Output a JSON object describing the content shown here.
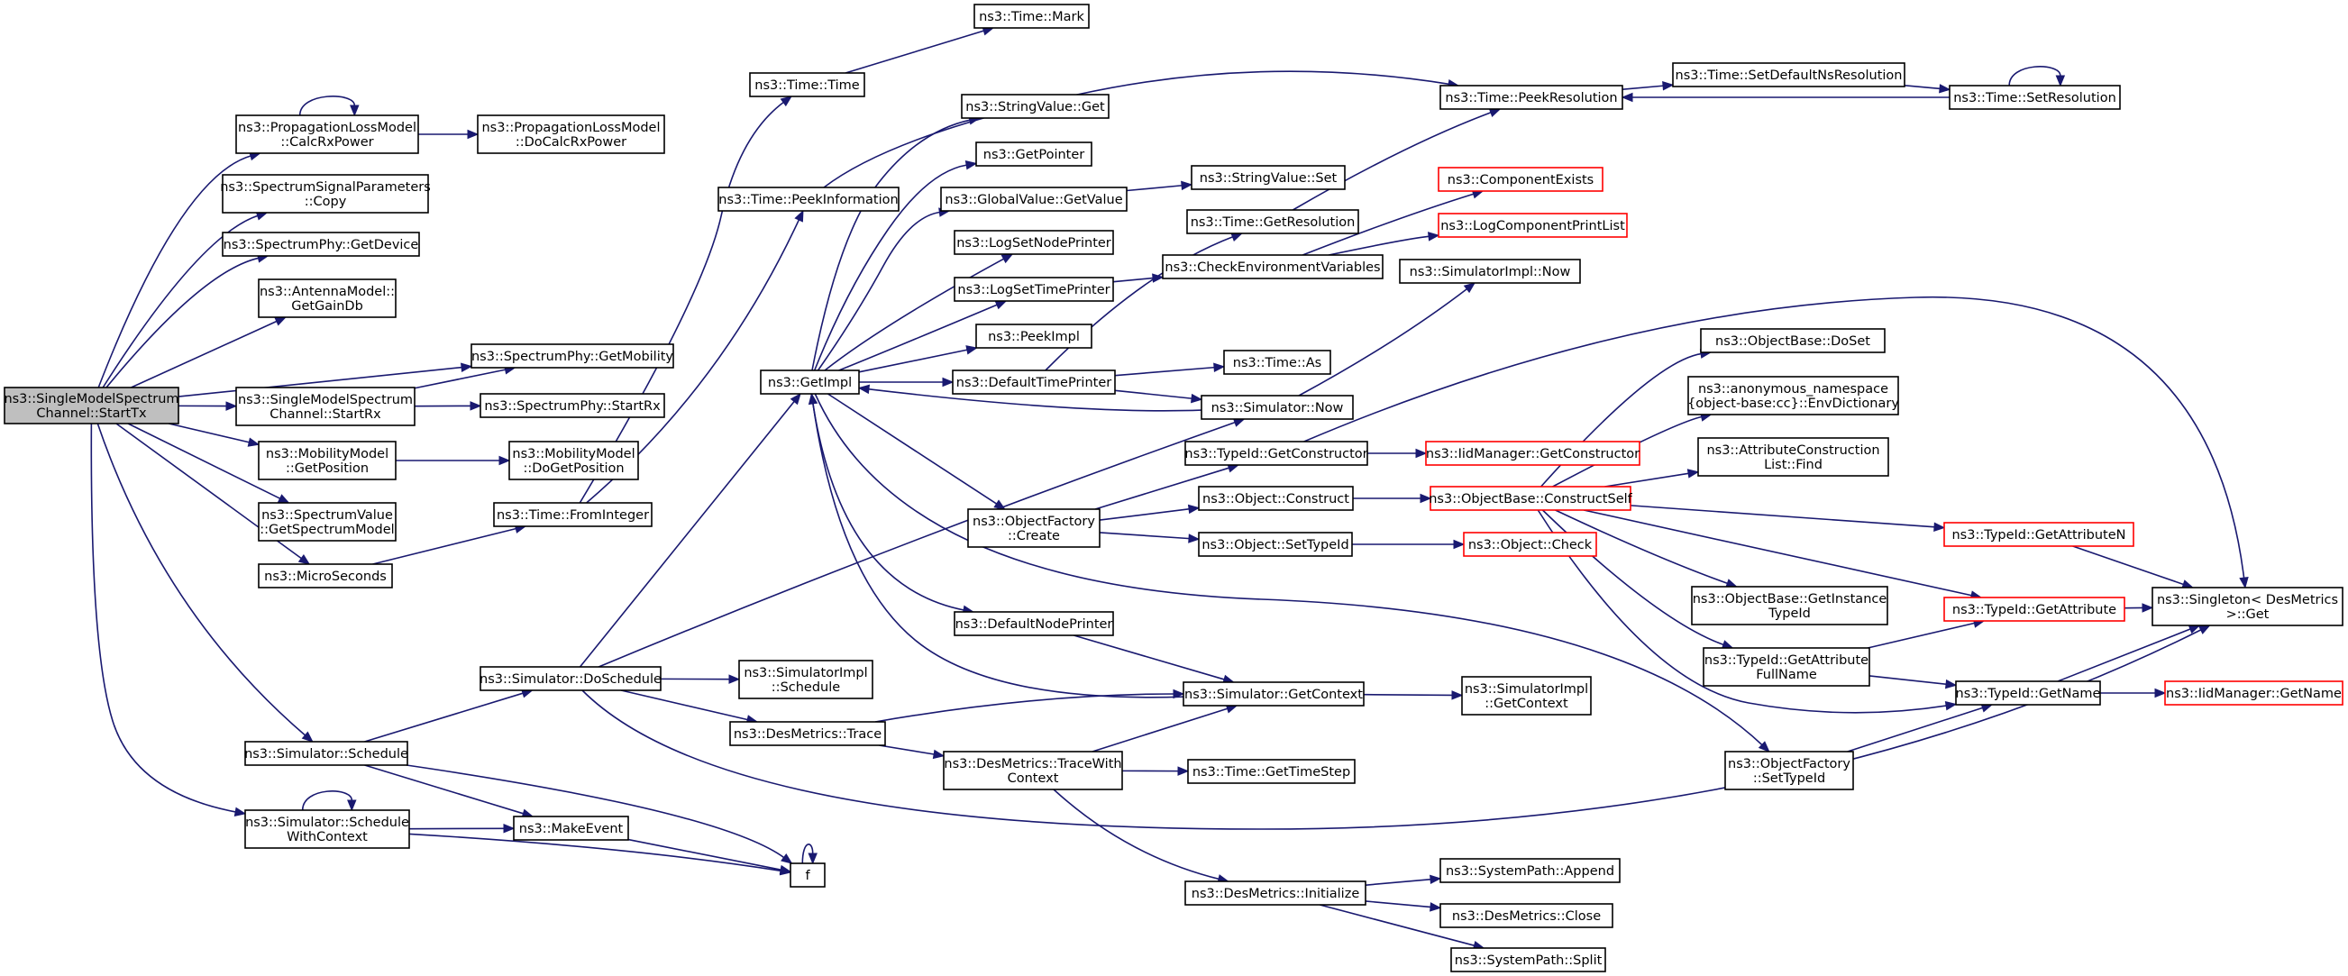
{
  "colors": {
    "edge": "#191970",
    "root_fill": "#bfbfbf",
    "truncated_border": "#ff0000",
    "node_border": "#000000"
  },
  "nodes": [
    {
      "id": "root",
      "label": [
        "ns3::SingleModelSpectrum",
        "Channel::StartTx"
      ],
      "root": true
    },
    {
      "id": "calcrx",
      "label": [
        "ns3::PropagationLossModel",
        "::CalcRxPower"
      ]
    },
    {
      "id": "docalcrx",
      "label": [
        "ns3::PropagationLossModel",
        "::DoCalcRxPower"
      ]
    },
    {
      "id": "sspcopy",
      "label": [
        "ns3::SpectrumSignalParameters",
        "::Copy"
      ]
    },
    {
      "id": "getdevice",
      "label": [
        "ns3::SpectrumPhy::GetDevice"
      ]
    },
    {
      "id": "gaindb",
      "label": [
        "ns3::AntennaModel::",
        "GetGainDb"
      ]
    },
    {
      "id": "getmobility",
      "label": [
        "ns3::SpectrumPhy::GetMobility"
      ]
    },
    {
      "id": "chstartrx",
      "label": [
        "ns3::SingleModelSpectrum",
        "Channel::StartRx"
      ]
    },
    {
      "id": "phystartrx",
      "label": [
        "ns3::SpectrumPhy::StartRx"
      ]
    },
    {
      "id": "getposition",
      "label": [
        "ns3::MobilityModel",
        "::GetPosition"
      ]
    },
    {
      "id": "dogetposition",
      "label": [
        "ns3::MobilityModel",
        "::DoGetPosition"
      ]
    },
    {
      "id": "getspectrummodel",
      "label": [
        "ns3::SpectrumValue",
        "::GetSpectrumModel"
      ]
    },
    {
      "id": "microseconds",
      "label": [
        "ns3::MicroSeconds"
      ]
    },
    {
      "id": "frominteger",
      "label": [
        "ns3::Time::FromInteger"
      ]
    },
    {
      "id": "sched",
      "label": [
        "ns3::Simulator::Schedule"
      ]
    },
    {
      "id": "schedctx",
      "label": [
        "ns3::Simulator::Schedule",
        "WithContext"
      ]
    },
    {
      "id": "doschedule",
      "label": [
        "ns3::Simulator::DoSchedule"
      ]
    },
    {
      "id": "makeevent",
      "label": [
        "ns3::MakeEvent"
      ]
    },
    {
      "id": "f",
      "label": [
        "f"
      ]
    },
    {
      "id": "simimplsched",
      "label": [
        "ns3::SimulatorImpl",
        "::Schedule"
      ]
    },
    {
      "id": "dmtrace",
      "label": [
        "ns3::DesMetrics::Trace"
      ]
    },
    {
      "id": "timetime",
      "label": [
        "ns3::Time::Time"
      ]
    },
    {
      "id": "timemark",
      "label": [
        "ns3::Time::Mark"
      ]
    },
    {
      "id": "peekinfo",
      "label": [
        "ns3::Time::PeekInformation"
      ]
    },
    {
      "id": "getimpl",
      "label": [
        "ns3::GetImpl"
      ]
    },
    {
      "id": "svget",
      "label": [
        "ns3::StringValue::Get"
      ]
    },
    {
      "id": "getpointer",
      "label": [
        "ns3::GetPointer"
      ]
    },
    {
      "id": "gvgetvalue",
      "label": [
        "ns3::GlobalValue::GetValue"
      ]
    },
    {
      "id": "svset",
      "label": [
        "ns3::StringValue::Set"
      ]
    },
    {
      "id": "logsetnode",
      "label": [
        "ns3::LogSetNodePrinter"
      ]
    },
    {
      "id": "logsettime",
      "label": [
        "ns3::LogSetTimePrinter"
      ]
    },
    {
      "id": "peekimpl",
      "label": [
        "ns3::PeekImpl"
      ]
    },
    {
      "id": "deftime",
      "label": [
        "ns3::DefaultTimePrinter"
      ]
    },
    {
      "id": "ofcreate",
      "label": [
        "ns3::ObjectFactory",
        "::Create"
      ]
    },
    {
      "id": "defnode",
      "label": [
        "ns3::DefaultNodePrinter"
      ]
    },
    {
      "id": "peekres",
      "label": [
        "ns3::Time::PeekResolution"
      ]
    },
    {
      "id": "setdefns",
      "label": [
        "ns3::Time::SetDefaultNsResolution"
      ]
    },
    {
      "id": "setres",
      "label": [
        "ns3::Time::SetResolution"
      ]
    },
    {
      "id": "getres",
      "label": [
        "ns3::Time::GetResolution"
      ]
    },
    {
      "id": "checkenv",
      "label": [
        "ns3::CheckEnvironmentVariables"
      ]
    },
    {
      "id": "compexists",
      "label": [
        "ns3::ComponentExists"
      ],
      "truncated": true
    },
    {
      "id": "logcompprint",
      "label": [
        "ns3::LogComponentPrintList"
      ],
      "truncated": true
    },
    {
      "id": "simimplnow",
      "label": [
        "ns3::SimulatorImpl::Now"
      ]
    },
    {
      "id": "timeas",
      "label": [
        "ns3::Time::As"
      ]
    },
    {
      "id": "simnow",
      "label": [
        "ns3::Simulator::Now"
      ]
    },
    {
      "id": "tidgetctor",
      "label": [
        "ns3::TypeId::GetConstructor"
      ]
    },
    {
      "id": "iidgetctor",
      "label": [
        "ns3::IidManager::GetConstructor"
      ],
      "truncated": true
    },
    {
      "id": "objconstruct",
      "label": [
        "ns3::Object::Construct"
      ]
    },
    {
      "id": "obconstructself",
      "label": [
        "ns3::ObjectBase::ConstructSelf"
      ],
      "truncated": true
    },
    {
      "id": "objsettypeid",
      "label": [
        "ns3::Object::SetTypeId"
      ]
    },
    {
      "id": "objcheck",
      "label": [
        "ns3::Object::Check"
      ],
      "truncated": true
    },
    {
      "id": "obdoset",
      "label": [
        "ns3::ObjectBase::DoSet"
      ]
    },
    {
      "id": "envdict",
      "label": [
        "ns3::anonymous_namespace",
        "{object-base:cc}::EnvDictionary"
      ]
    },
    {
      "id": "acfind",
      "label": [
        "ns3::AttributeConstruction",
        "List::Find"
      ]
    },
    {
      "id": "getattrn",
      "label": [
        "ns3::TypeId::GetAttributeN"
      ],
      "truncated": true
    },
    {
      "id": "getattr",
      "label": [
        "ns3::TypeId::GetAttribute"
      ],
      "truncated": true
    },
    {
      "id": "singletonget",
      "label": [
        "ns3::Singleton< DesMetrics",
        ">::Get"
      ]
    },
    {
      "id": "obgetinst",
      "label": [
        "ns3::ObjectBase::GetInstance",
        "TypeId"
      ]
    },
    {
      "id": "getattrfull",
      "label": [
        "ns3::TypeId::GetAttribute",
        "FullName"
      ]
    },
    {
      "id": "tidgetname",
      "label": [
        "ns3::TypeId::GetName"
      ]
    },
    {
      "id": "iidgetname",
      "label": [
        "ns3::IidManager::GetName"
      ],
      "truncated": true
    },
    {
      "id": "simgetctx",
      "label": [
        "ns3::Simulator::GetContext"
      ]
    },
    {
      "id": "simimplgetctx",
      "label": [
        "ns3::SimulatorImpl",
        "::GetContext"
      ]
    },
    {
      "id": "tracewith",
      "label": [
        "ns3::DesMetrics::TraceWith",
        "Context"
      ]
    },
    {
      "id": "gettimestep",
      "label": [
        "ns3::Time::GetTimeStep"
      ]
    },
    {
      "id": "ofsettypeid",
      "label": [
        "ns3::ObjectFactory",
        "::SetTypeId"
      ]
    },
    {
      "id": "dminit",
      "label": [
        "ns3::DesMetrics::Initialize"
      ]
    },
    {
      "id": "spappend",
      "label": [
        "ns3::SystemPath::Append"
      ]
    },
    {
      "id": "dmclose",
      "label": [
        "ns3::DesMetrics::Close"
      ]
    },
    {
      "id": "spsplit",
      "label": [
        "ns3::SystemPath::Split"
      ]
    }
  ],
  "edges": [
    [
      "root",
      "calcrx"
    ],
    [
      "calcrx",
      "calcrx"
    ],
    [
      "calcrx",
      "docalcrx"
    ],
    [
      "root",
      "sspcopy"
    ],
    [
      "root",
      "getdevice"
    ],
    [
      "root",
      "gaindb"
    ],
    [
      "root",
      "getmobility"
    ],
    [
      "root",
      "chstartrx"
    ],
    [
      "chstartrx",
      "getmobility"
    ],
    [
      "chstartrx",
      "phystartrx"
    ],
    [
      "root",
      "getposition"
    ],
    [
      "getposition",
      "dogetposition"
    ],
    [
      "root",
      "getspectrummodel"
    ],
    [
      "root",
      "microseconds"
    ],
    [
      "microseconds",
      "frominteger"
    ],
    [
      "frominteger",
      "timetime"
    ],
    [
      "frominteger",
      "peekinfo"
    ],
    [
      "timetime",
      "timemark"
    ],
    [
      "peekinfo",
      "peekres"
    ],
    [
      "root",
      "sched"
    ],
    [
      "root",
      "schedctx"
    ],
    [
      "schedctx",
      "schedctx"
    ],
    [
      "sched",
      "doschedule"
    ],
    [
      "sched",
      "makeevent"
    ],
    [
      "sched",
      "f"
    ],
    [
      "schedctx",
      "makeevent"
    ],
    [
      "schedctx",
      "f"
    ],
    [
      "makeevent",
      "f"
    ],
    [
      "f",
      "f"
    ],
    [
      "doschedule",
      "getimpl"
    ],
    [
      "doschedule",
      "simnow"
    ],
    [
      "doschedule",
      "simimplsched"
    ],
    [
      "doschedule",
      "dmtrace"
    ],
    [
      "doschedule",
      "singletonget"
    ],
    [
      "dmtrace",
      "simgetctx"
    ],
    [
      "dmtrace",
      "tracewith"
    ],
    [
      "getimpl",
      "svget"
    ],
    [
      "getimpl",
      "getpointer"
    ],
    [
      "getimpl",
      "gvgetvalue"
    ],
    [
      "getimpl",
      "logsetnode"
    ],
    [
      "getimpl",
      "logsettime"
    ],
    [
      "getimpl",
      "peekimpl"
    ],
    [
      "getimpl",
      "deftime"
    ],
    [
      "getimpl",
      "ofcreate"
    ],
    [
      "getimpl",
      "defnode"
    ],
    [
      "getimpl",
      "ofsettypeid"
    ],
    [
      "gvgetvalue",
      "svset"
    ],
    [
      "logsettime",
      "checkenv"
    ],
    [
      "checkenv",
      "compexists"
    ],
    [
      "checkenv",
      "logcompprint"
    ],
    [
      "deftime",
      "getres"
    ],
    [
      "deftime",
      "timeas"
    ],
    [
      "deftime",
      "simnow"
    ],
    [
      "getres",
      "peekres"
    ],
    [
      "peekres",
      "setdefns"
    ],
    [
      "setdefns",
      "setres"
    ],
    [
      "setres",
      "peekres"
    ],
    [
      "setres",
      "setres"
    ],
    [
      "simnow",
      "getimpl"
    ],
    [
      "simnow",
      "simimplnow"
    ],
    [
      "ofcreate",
      "tidgetctor"
    ],
    [
      "ofcreate",
      "objconstruct"
    ],
    [
      "ofcreate",
      "objsettypeid"
    ],
    [
      "tidgetctor",
      "iidgetctor"
    ],
    [
      "tidgetctor",
      "singletonget"
    ],
    [
      "objconstruct",
      "obconstructself"
    ],
    [
      "objsettypeid",
      "objcheck"
    ],
    [
      "obconstructself",
      "obdoset"
    ],
    [
      "obconstructself",
      "envdict"
    ],
    [
      "obconstructself",
      "acfind"
    ],
    [
      "obconstructself",
      "getattrn"
    ],
    [
      "obconstructself",
      "getattr"
    ],
    [
      "obconstructself",
      "obgetinst"
    ],
    [
      "obconstructself",
      "getattrfull"
    ],
    [
      "obconstructself",
      "tidgetname"
    ],
    [
      "getattrn",
      "singletonget"
    ],
    [
      "getattr",
      "singletonget"
    ],
    [
      "getattrfull",
      "getattr"
    ],
    [
      "getattrfull",
      "tidgetname"
    ],
    [
      "tidgetname",
      "singletonget"
    ],
    [
      "tidgetname",
      "iidgetname"
    ],
    [
      "ofsettypeid",
      "tidgetname"
    ],
    [
      "defnode",
      "simgetctx"
    ],
    [
      "simgetctx",
      "getimpl"
    ],
    [
      "simgetctx",
      "simimplgetctx"
    ],
    [
      "tracewith",
      "simgetctx"
    ],
    [
      "tracewith",
      "gettimestep"
    ],
    [
      "tracewith",
      "dminit"
    ],
    [
      "dminit",
      "spappend"
    ],
    [
      "dminit",
      "dmclose"
    ],
    [
      "dminit",
      "spsplit"
    ]
  ]
}
